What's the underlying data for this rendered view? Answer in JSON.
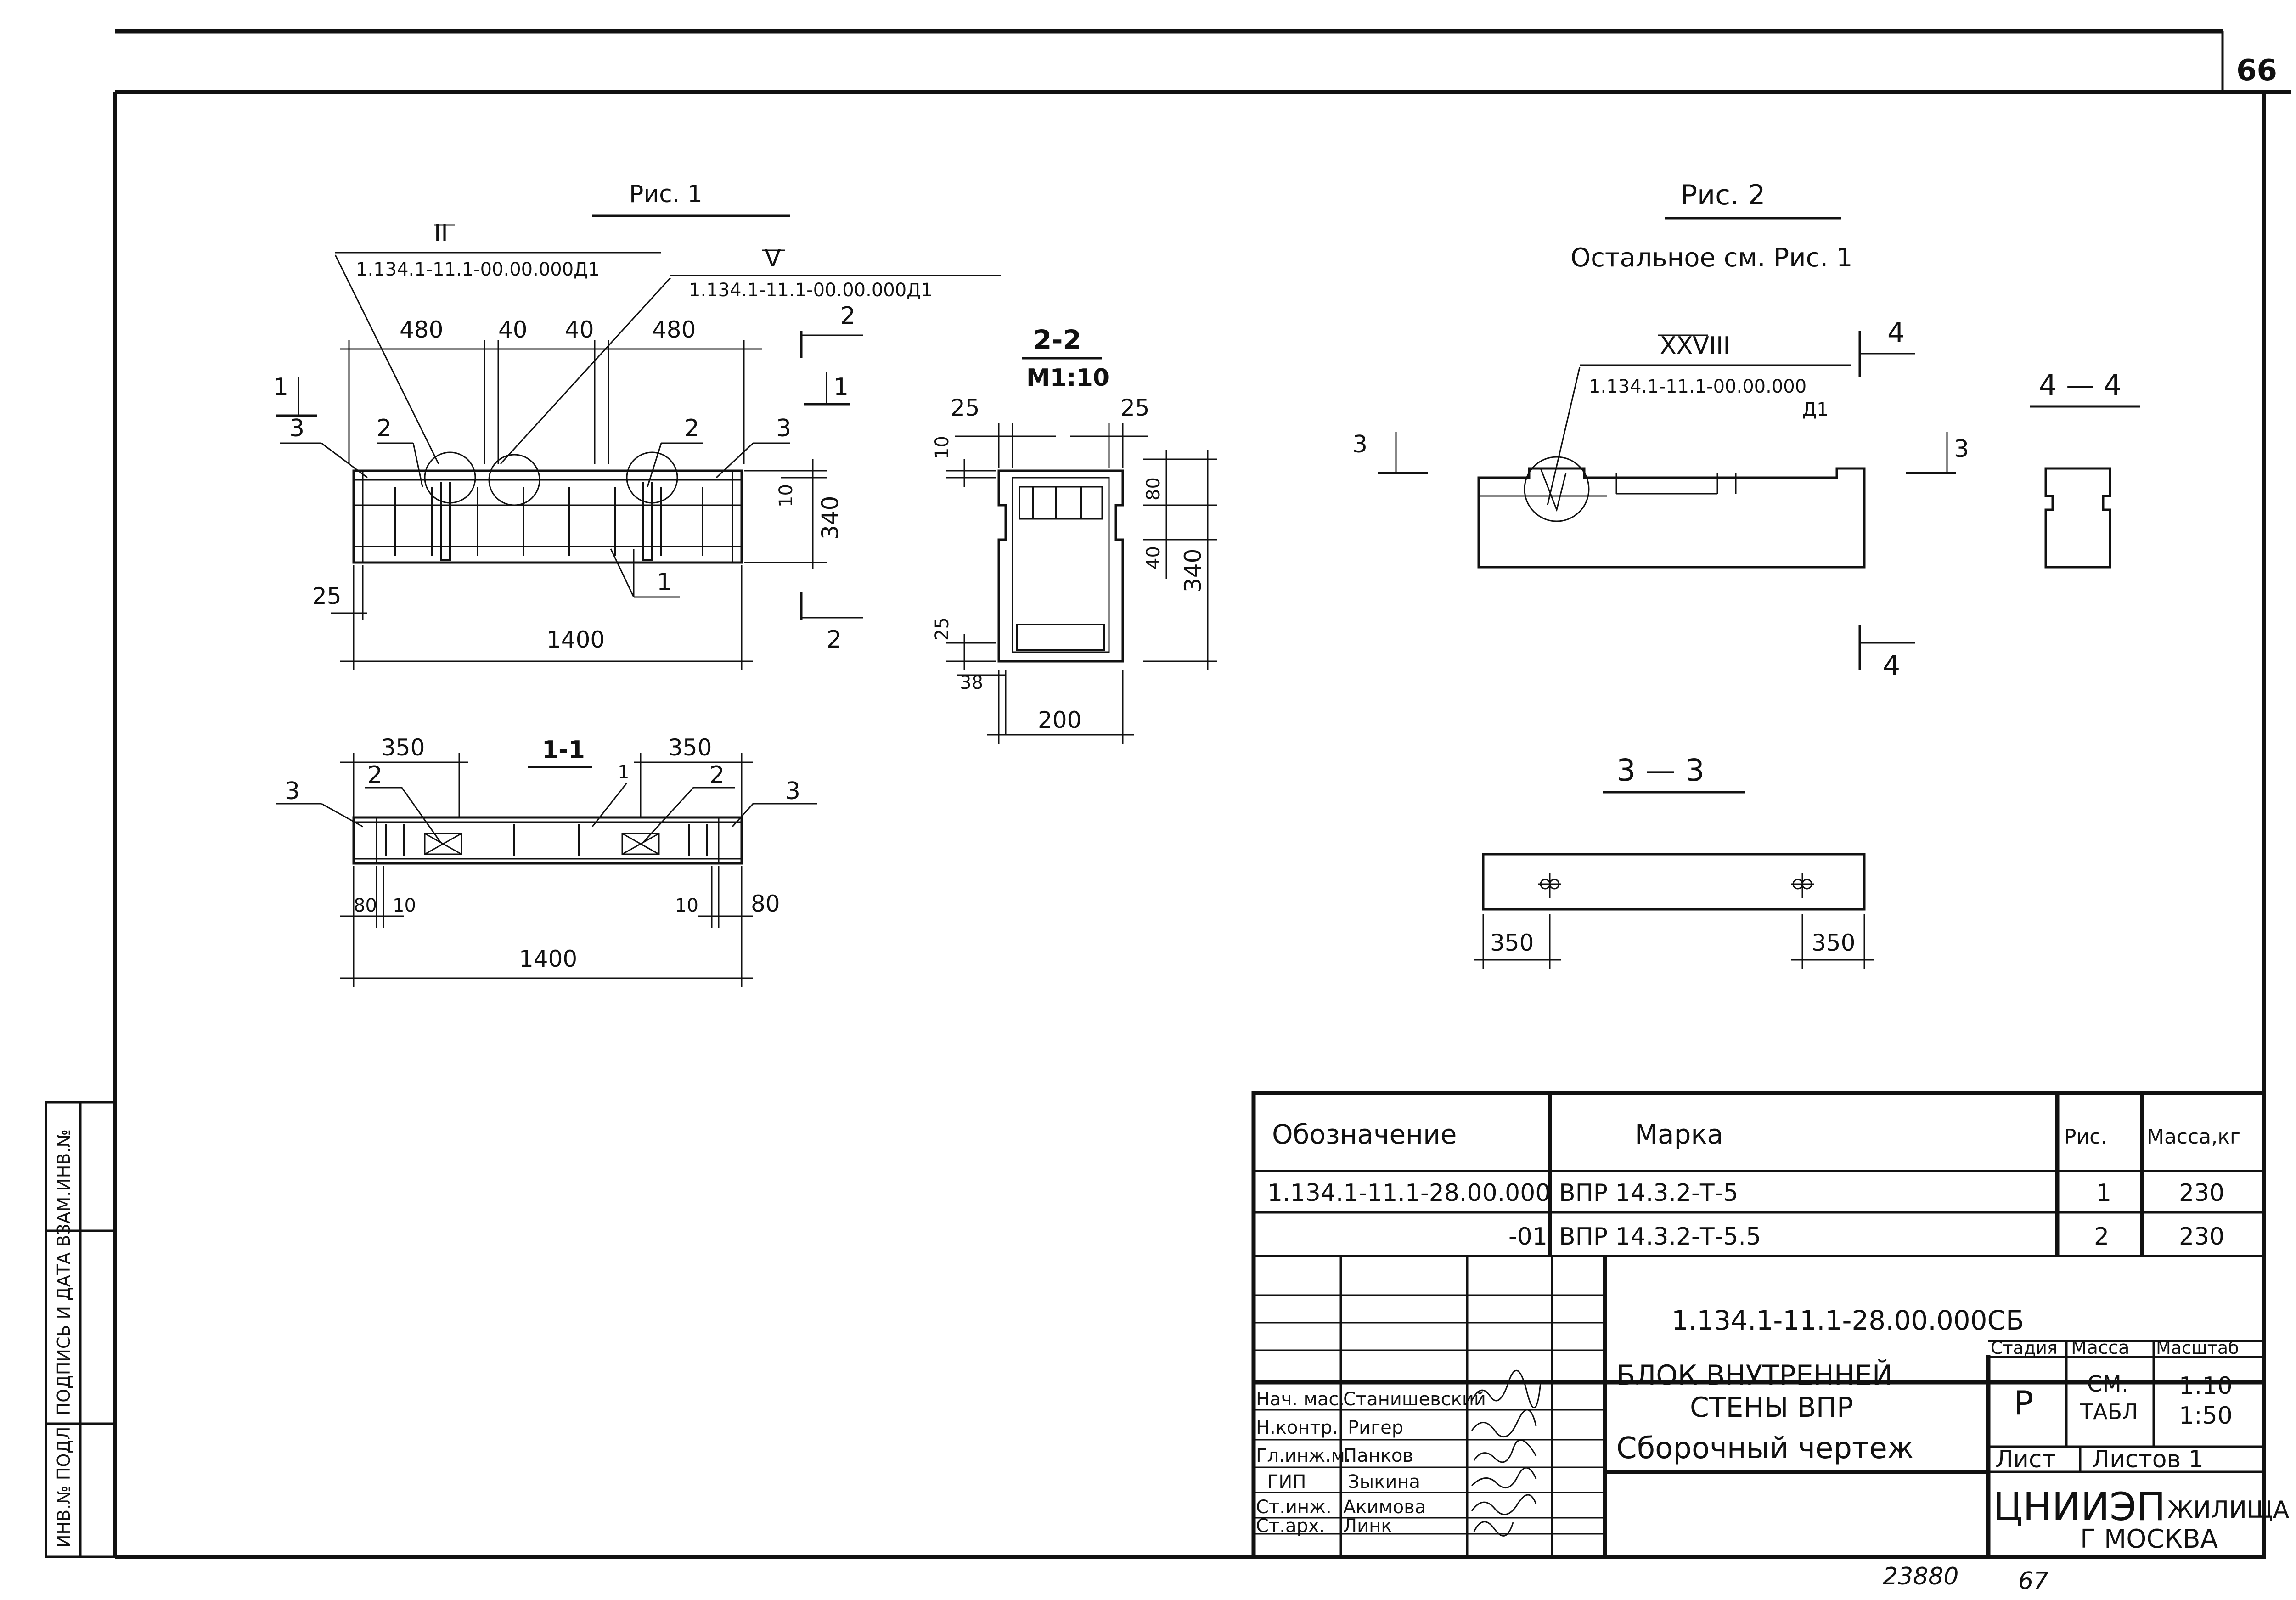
{
  "sheet": {
    "sheet_number": "66",
    "archive_number": "23880",
    "archive_page": "67",
    "side_stamp": "ИНВ.№ ПОДЛ. ПОДПИСЬ И ДАТА ВЗАМ.ИНВ.№"
  },
  "fig1": {
    "title": "Рис. 1",
    "callout_left_roman": "II",
    "callout_left_ref": "1.134.1-11.1-00.00.000Д1",
    "callout_right_roman": "V",
    "callout_right_ref": "1.134.1-11.1-00.00.000Д1",
    "dim_480_left": "480",
    "dim_40_left": "40",
    "dim_40_right": "40",
    "dim_480_right": "480",
    "dim_340": "340",
    "dim_10": "10",
    "dim_25": "25",
    "dim_1400": "1400",
    "pos_1": "1",
    "pos_2": "2",
    "pos_3": "3",
    "cut_2": "2",
    "cut_1": "1"
  },
  "section_22": {
    "title": "2-2",
    "scale": "М1:10",
    "dim_25": "25",
    "dim_10": "10",
    "dim_80": "80",
    "dim_40": "40",
    "dim_340": "340",
    "dim_38": "38",
    "dim_200": "200"
  },
  "section_11": {
    "title": "1-1",
    "dim_350": "350",
    "dim_80": "80",
    "dim_10": "10",
    "dim_1400": "1400",
    "pos_1": "1",
    "pos_2": "2",
    "pos_3": "3"
  },
  "fig2": {
    "title": "Рис. 2",
    "note": "Остальное см. Рис. 1",
    "callout_roman": "XXVIII",
    "callout_ref": "1.134.1-11.1-00.00.000",
    "callout_ref_tail": "Д1",
    "cut_3": "3",
    "cut_4": "4"
  },
  "section_44": {
    "title": "4 — 4"
  },
  "section_33": {
    "title": "3 — 3",
    "dim_350": "350"
  },
  "spec_table": {
    "headers": [
      "Обозначение",
      "Марка",
      "Рис.",
      "Масса,кг"
    ],
    "rows": [
      [
        "1.134.1-11.1-28.00.000",
        "ВПР 14.3.2-Т-5",
        "1",
        "230"
      ],
      [
        "-01",
        "ВПР 14.3.2-Т-5.5",
        "2",
        "230"
      ]
    ]
  },
  "title_block": {
    "doc_code": "1.134.1-11.1-28.00.000СБ",
    "name_line1": "БЛОК ВНУТРЕННЕЙ",
    "name_line2": "СТЕНЫ ВПР",
    "name_line3": "Сборочный чертеж",
    "stage_label": "Стадия",
    "mass_label": "Масса",
    "scale_label": "Масштаб",
    "stage_value": "Р",
    "mass_value_1": "СМ.",
    "mass_value_2": "ТАБЛ",
    "scale_value_1": "1:10",
    "scale_value_2": "1:50",
    "sheet_label": "Лист",
    "sheets_label": "Листов 1",
    "org_1": "ЦНИИЭП",
    "org_2": "ЖИЛИЩА",
    "org_3": "Г МОСКВА",
    "staff": [
      {
        "role": "Нач. мас.",
        "name": "Станишевский"
      },
      {
        "role": "Н.контр.",
        "name": "Ригер"
      },
      {
        "role": "Гл.инж.м.",
        "name": "Панков"
      },
      {
        "role": "ГИП",
        "name": "Зыкина"
      },
      {
        "role": "Ст.инж.",
        "name": "Акимова"
      },
      {
        "role": "Ст.арх.",
        "name": "Линк"
      }
    ]
  }
}
